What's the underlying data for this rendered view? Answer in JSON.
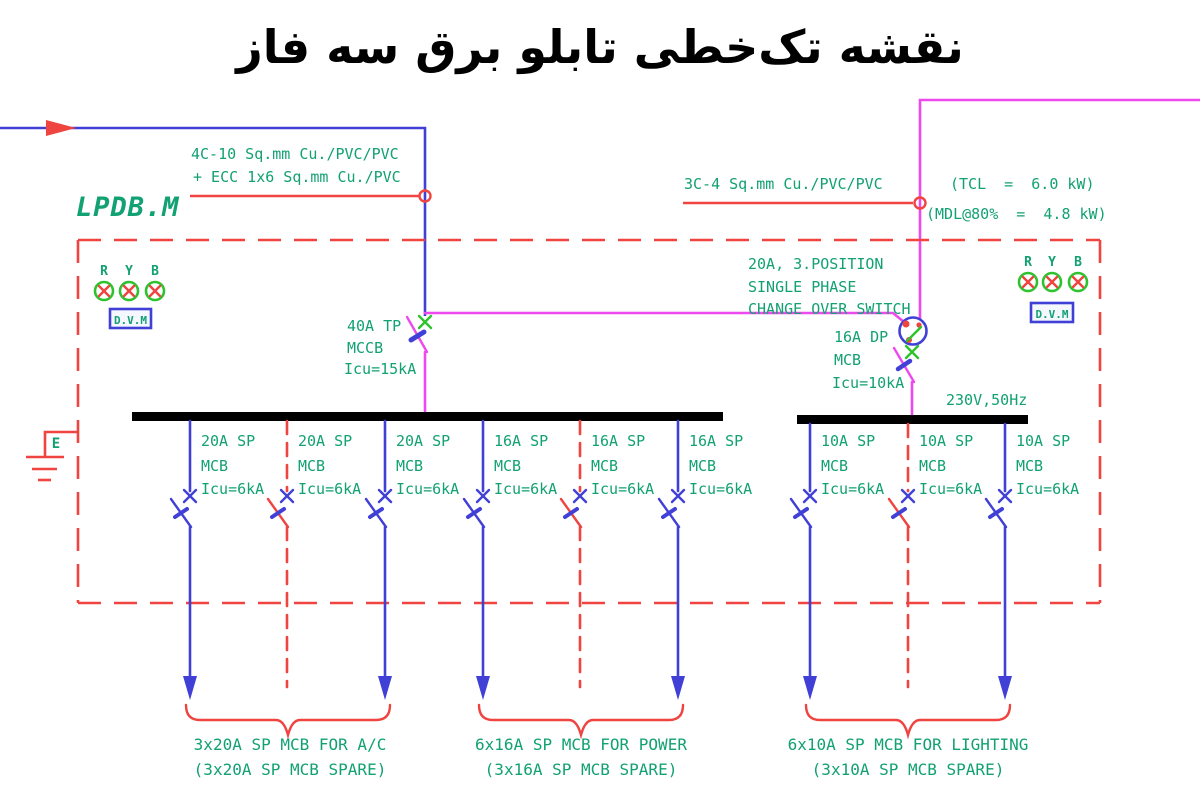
{
  "title": "نقشه تک‌خطی تابلو برق سه فاز",
  "header": {
    "incoming_cable_l1": "4C-10 Sq.mm Cu./PVC/PVC",
    "incoming_cable_l2": "+ ECC 1x6 Sq.mm Cu./PVC",
    "panel_name": "LPDB.M",
    "standby_cable": "3C-4 Sq.mm Cu./PVC/PVC",
    "tcl": "(TCL  =  6.0 kW)",
    "mdl": "(MDL@80%  =  4.8 kW)"
  },
  "devices": {
    "changeover_l1": "20A, 3.POSITION",
    "changeover_l2": "SINGLE PHASE",
    "changeover_l3": "CHANGE OVER SWITCH",
    "main_mccb_l1": "40A TP",
    "main_mccb_l2": "MCCB",
    "main_mccb_l3": "Icu=15kA",
    "dp_mcb_l1": "16A DP",
    "dp_mcb_l2": "MCB",
    "dp_mcb_l3": "Icu=10kA",
    "voltage": "230V,50Hz",
    "earth": "E",
    "phase_r": "R",
    "phase_y": "Y",
    "phase_b": "B",
    "dvm": "D.V.M"
  },
  "groups": [
    {
      "rating_l1": "20A SP",
      "rating_l2": "MCB",
      "rating_l3": "Icu=6kA",
      "caption_l1": "3x20A SP MCB FOR A/C",
      "caption_l2": "(3x20A SP MCB SPARE)"
    },
    {
      "rating_l1": "16A SP",
      "rating_l2": "MCB",
      "rating_l3": "Icu=6kA",
      "caption_l1": "6x16A SP MCB FOR POWER",
      "caption_l2": "(3x16A SP MCB SPARE)"
    },
    {
      "rating_l1": "10A SP",
      "rating_l2": "MCB",
      "rating_l3": "Icu=6kA",
      "caption_l1": "6x10A SP MCB FOR LIGHTING",
      "caption_l2": "(3x10A SP MCB SPARE)"
    }
  ],
  "colors": {
    "green": "#12a173",
    "bright": "#2ec22e",
    "red": "#ef4440",
    "blue": "#4140d6",
    "magenta": "#ee49ee",
    "busbar": "#000000",
    "ink": "#000000",
    "bg": "#ffffff"
  }
}
